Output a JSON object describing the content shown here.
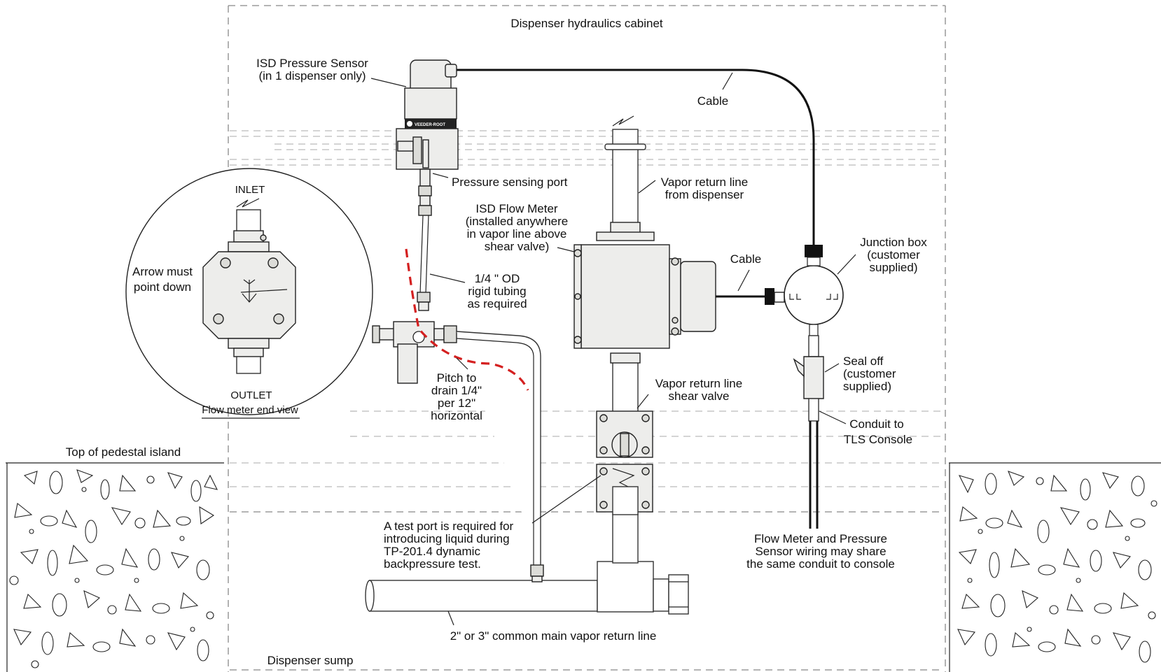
{
  "labels": {
    "cabinet": "Dispenser hydraulics cabinet",
    "sensor_line1": "ISD Pressure Sensor",
    "sensor_line2": "(in 1 dispenser only)",
    "brand": "VEEDER-ROOT",
    "cable_top": "Cable",
    "sensing_port": "Pressure sensing port",
    "vapor_from_line1": "Vapor return line",
    "vapor_from_line2": "from dispenser",
    "flow_meter_line1": "ISD Flow Meter",
    "flow_meter_line2": "(installed anywhere",
    "flow_meter_line3": "in vapor line above",
    "flow_meter_line4": "shear valve)",
    "cable_mid": "Cable",
    "junction_line1": "Junction box",
    "junction_line2": "(customer",
    "junction_line3": "supplied)",
    "inlet": "INLET",
    "arrow_line1": "Arrow must",
    "arrow_line2": "point down",
    "outlet": "OUTLET",
    "end_view": "Flow meter end view",
    "tubing_line1": "1/4 \" OD",
    "tubing_line2": "rigid tubing",
    "tubing_line3": "as required",
    "pitch_line1": "Pitch to",
    "pitch_line2": "drain 1/4\"",
    "pitch_line3": "per 12\"",
    "pitch_line4": "horizontal",
    "shear_line1": "Vapor return line",
    "shear_line2": "shear valve",
    "seal_line1": "Seal off",
    "seal_line2": "(customer",
    "seal_line3": "supplied)",
    "conduit_line1": "Conduit to",
    "conduit_line2": "TLS Console",
    "pedestal": "Top of pedestal island",
    "test_line1": "A test port is required for",
    "test_line2": "introducing liquid during",
    "test_line3": "TP-201.4 dynamic",
    "test_line4": "backpressure test.",
    "wiring_line1": "Flow Meter and Pressure",
    "wiring_line2": "Sensor wiring may share",
    "wiring_line3": "the same conduit to console",
    "main_line": "2\" or 3\" common main vapor return line",
    "sump": "Dispenser sump"
  },
  "colors": {
    "pitch_line": "#d42020",
    "ink": "#222222",
    "part_fill": "#ededeb"
  },
  "icons": {
    "flow_arrow": "down-arrow-icon"
  }
}
